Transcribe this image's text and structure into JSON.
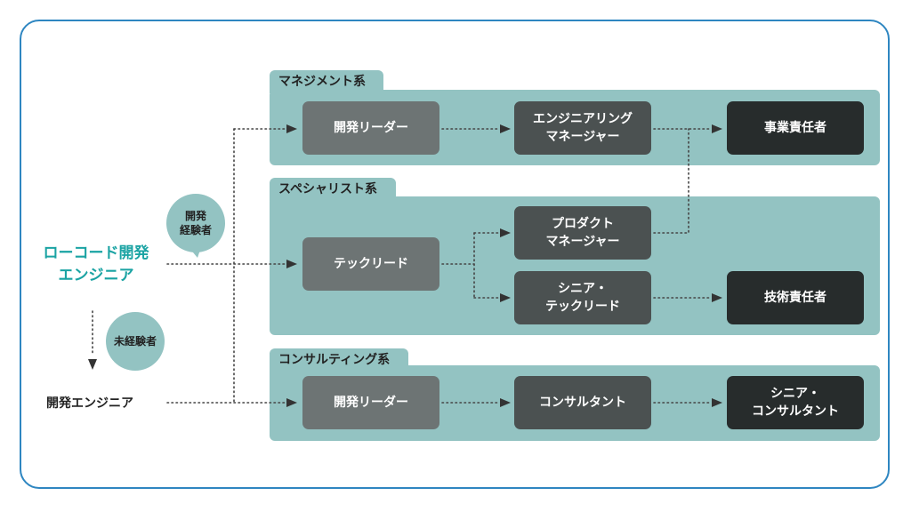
{
  "groups": {
    "management": "マネジメント系",
    "specialist": "スペシャリスト系",
    "consulting": "コンサルティング系"
  },
  "start": {
    "lowcode": "ローコード開発\nエンジニア",
    "dev": "開発エンジニア"
  },
  "bubbles": {
    "experienced": "開発\n経験者",
    "inexperienced": "未経験者"
  },
  "nodes": {
    "dev_leader_mgmt": "開発リーダー",
    "eng_manager": "エンジニアリング\nマネージャー",
    "exec": "事業責任者",
    "tech_lead": "テックリード",
    "product_manager": "プロダクト\nマネージャー",
    "senior_tech_lead": "シニア・\nテックリード",
    "tech_exec": "技術責任者",
    "dev_leader_consult": "開発リーダー",
    "consultant": "コンサルタント",
    "senior_consultant": "シニア・\nコンサルタント"
  },
  "colors": {
    "frame": "#2e86c1",
    "group": "#93c3c2",
    "accent": "#1aa3a3",
    "node_light": "#6d7474",
    "node_mid": "#4b5151",
    "node_dark": "#272c2c"
  }
}
